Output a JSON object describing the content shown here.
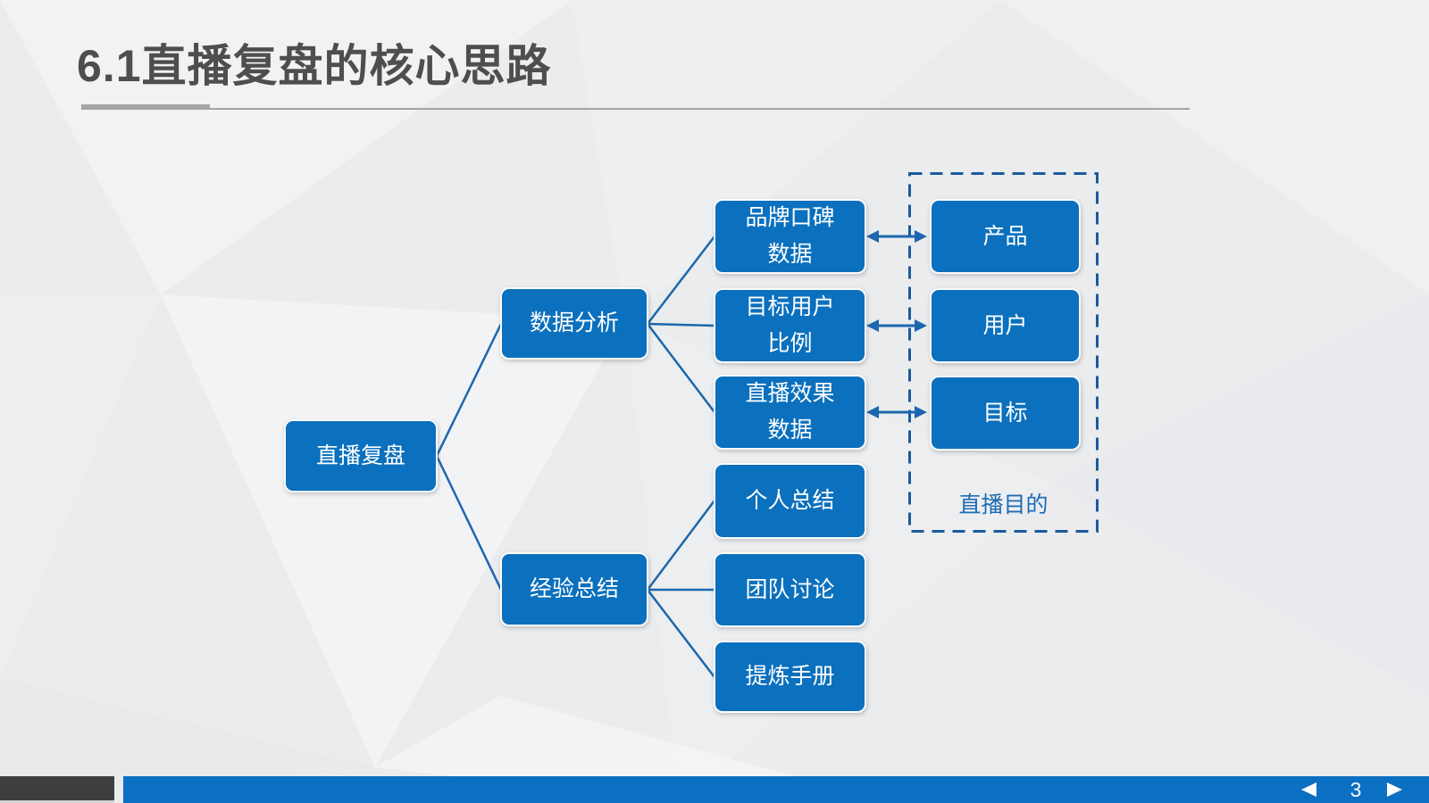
{
  "slide": {
    "title": "6.1直播复盘的核心思路",
    "page_number": "3"
  },
  "diagram": {
    "root": {
      "label": "直播复盘"
    },
    "branches": [
      {
        "label": "数据分析",
        "children": [
          {
            "label": "品牌口碑\n数据"
          },
          {
            "label": "目标用户\n比例"
          },
          {
            "label": "直播效果\n数据"
          }
        ]
      },
      {
        "label": "经验总结",
        "children": [
          {
            "label": "个人总结"
          },
          {
            "label": "团队讨论"
          },
          {
            "label": "提炼手册"
          }
        ]
      }
    ],
    "targets": [
      {
        "label": "产品"
      },
      {
        "label": "用户"
      },
      {
        "label": "目标"
      }
    ],
    "target_group_label": "直播目的"
  },
  "footer": {
    "page_number": "3",
    "prev_icon": "left-triangle",
    "next_icon": "right-triangle"
  },
  "colors": {
    "background": "#ebecee",
    "node_blue": "#0b70bd",
    "connector_blue": "#1c67ae",
    "dashed_border_blue": "#1a5a9c",
    "group_label_blue": "#1d6cb5",
    "title_gray": "#4e4e4e",
    "underline_gray": "#a6a6a6",
    "footer_blue": "#0b6fc2",
    "footer_dark": "#3e3e3e"
  }
}
